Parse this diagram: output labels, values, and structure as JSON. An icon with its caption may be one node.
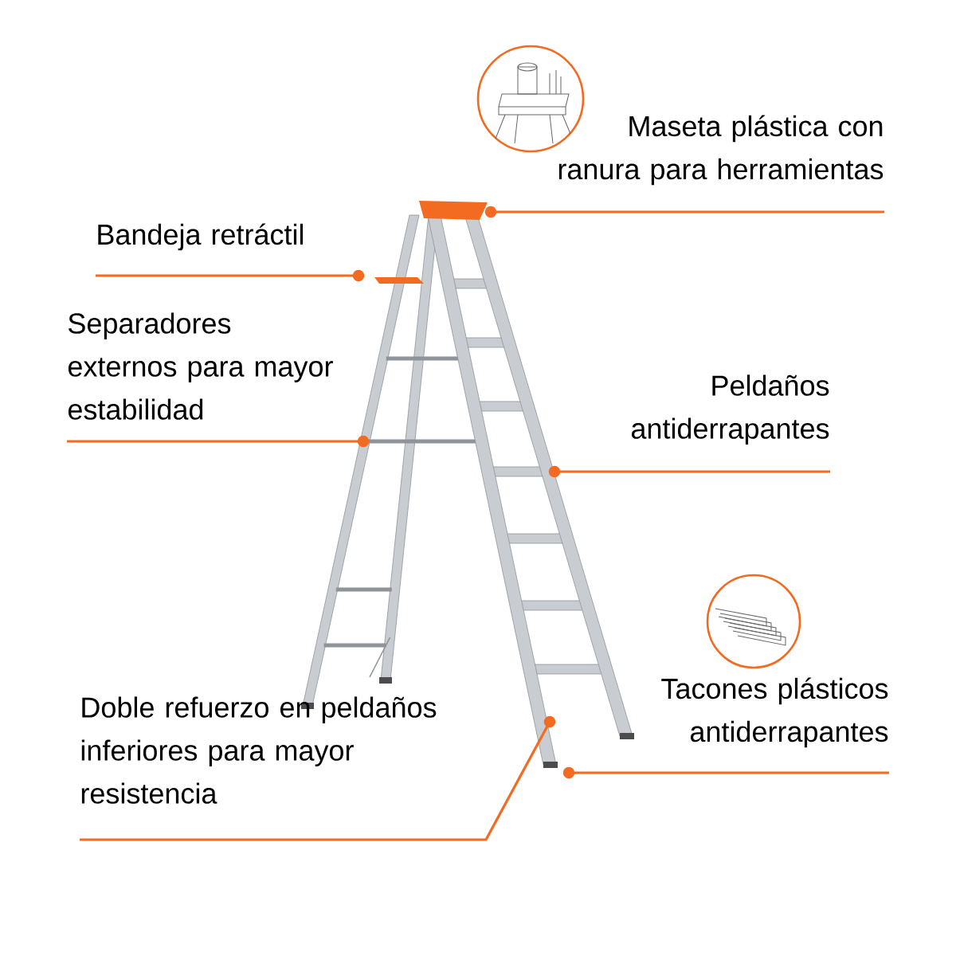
{
  "diagram": {
    "nodes": [
      {
        "text": [
          "Maseta plástica con ranura para herramientas"
        ]
      },
      {
        "text": [
          "Bandeja retráctil"
        ]
      },
      {
        "text": [
          "Separadores externos para mayor estabilidad"
        ]
      },
      {
        "text": [
          "Peldaños antiderrapantes"
        ]
      },
      {
        "text": [
          "Doble refuerzo en peldaños inferiores para mayor resistencia"
        ]
      },
      {
        "text": [
          "Tacones plásticos antiderrapantes"
        ]
      }
    ],
    "edges": [
      {
        "from": 0,
        "to": null,
        "arrow": "other"
      },
      {
        "from": 1,
        "to": null,
        "arrow": "other"
      },
      {
        "from": 2,
        "to": null,
        "arrow": "other"
      },
      {
        "from": 3,
        "to": null,
        "arrow": "other"
      },
      {
        "from": 4,
        "to": null,
        "arrow": "other"
      },
      {
        "from": 5,
        "to": null,
        "arrow": "other"
      }
    ]
  }
}
